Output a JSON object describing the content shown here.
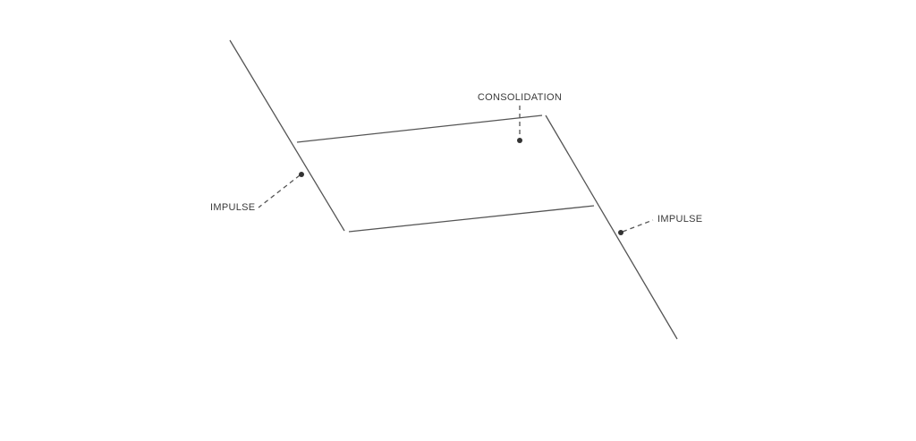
{
  "labels": {
    "consolidation": "CONSOLIDATION",
    "impulse_left": "IMPULSE",
    "impulse_right": "IMPULSE"
  },
  "colors": {
    "line": "#555555",
    "dot": "#333333",
    "text": "#3a3a3a"
  }
}
